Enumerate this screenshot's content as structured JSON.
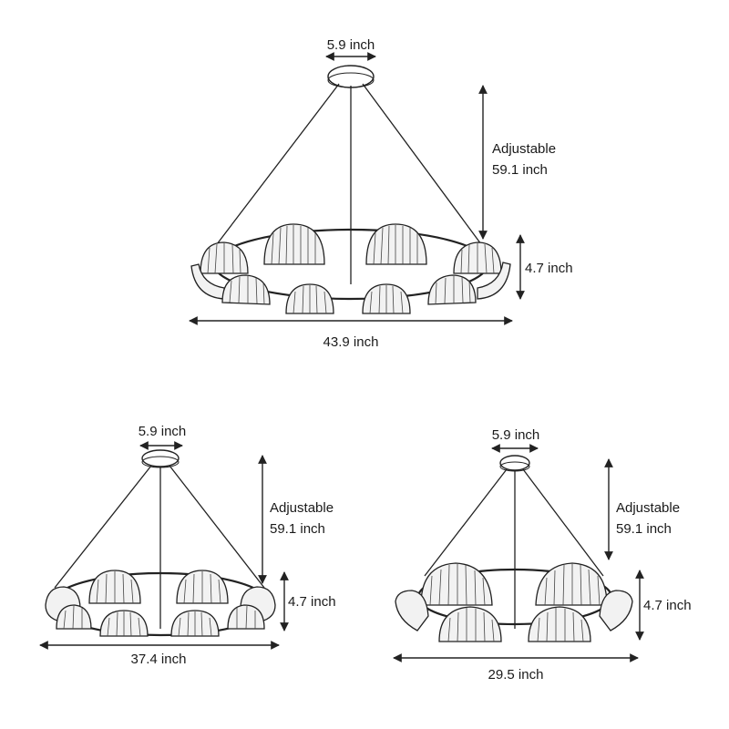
{
  "diagrams": [
    {
      "canopy_width": "5.9 inch",
      "drop_line1": "Adjustable",
      "drop_line2": "59.1 inch",
      "ring_height": "4.7 inch",
      "overall_width": "43.9 inch",
      "shade_count": 10
    },
    {
      "canopy_width": "5.9 inch",
      "drop_line1": "Adjustable",
      "drop_line2": "59.1 inch",
      "ring_height": "4.7 inch",
      "overall_width": "37.4 inch",
      "shade_count": 8
    },
    {
      "canopy_width": "5.9 inch",
      "drop_line1": "Adjustable",
      "drop_line2": "59.1 inch",
      "ring_height": "4.7 inch",
      "overall_width": "29.5 inch",
      "shade_count": 6
    }
  ]
}
